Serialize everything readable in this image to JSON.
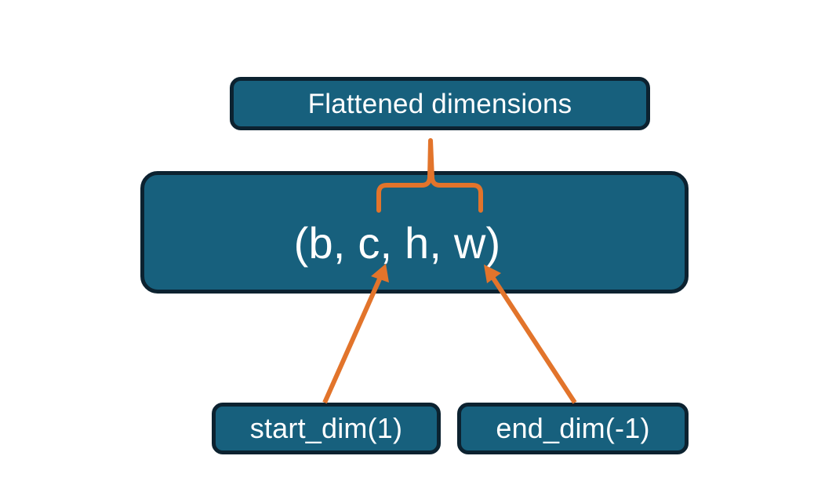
{
  "diagram": {
    "title": "Flatten start_dim / end_dim illustration",
    "background_color": "#FFFFFF",
    "node_fill_color": "#17607D",
    "node_border_color": "#0C2230",
    "node_text_color": "#FFFFFF",
    "connector_color": "#E2742B",
    "nodes": {
      "flattened": {
        "label": "Flattened dimensions"
      },
      "shape": {
        "label": "(b, c, h, w)"
      },
      "start_dim": {
        "label": "start_dim(1)"
      },
      "end_dim": {
        "label": "end_dim(-1)"
      }
    },
    "connectors": {
      "brace": {
        "name": "curly-brace-connector",
        "from": "shape",
        "to": "flattened",
        "spans_tokens": "c, h, w"
      },
      "start_dim_arrow": {
        "name": "start-dim-arrow",
        "from": "start_dim",
        "to": "shape",
        "points_at_token": "c"
      },
      "end_dim_arrow": {
        "name": "end-dim-arrow",
        "from": "end_dim",
        "to": "shape",
        "points_at_token": "w"
      }
    }
  }
}
